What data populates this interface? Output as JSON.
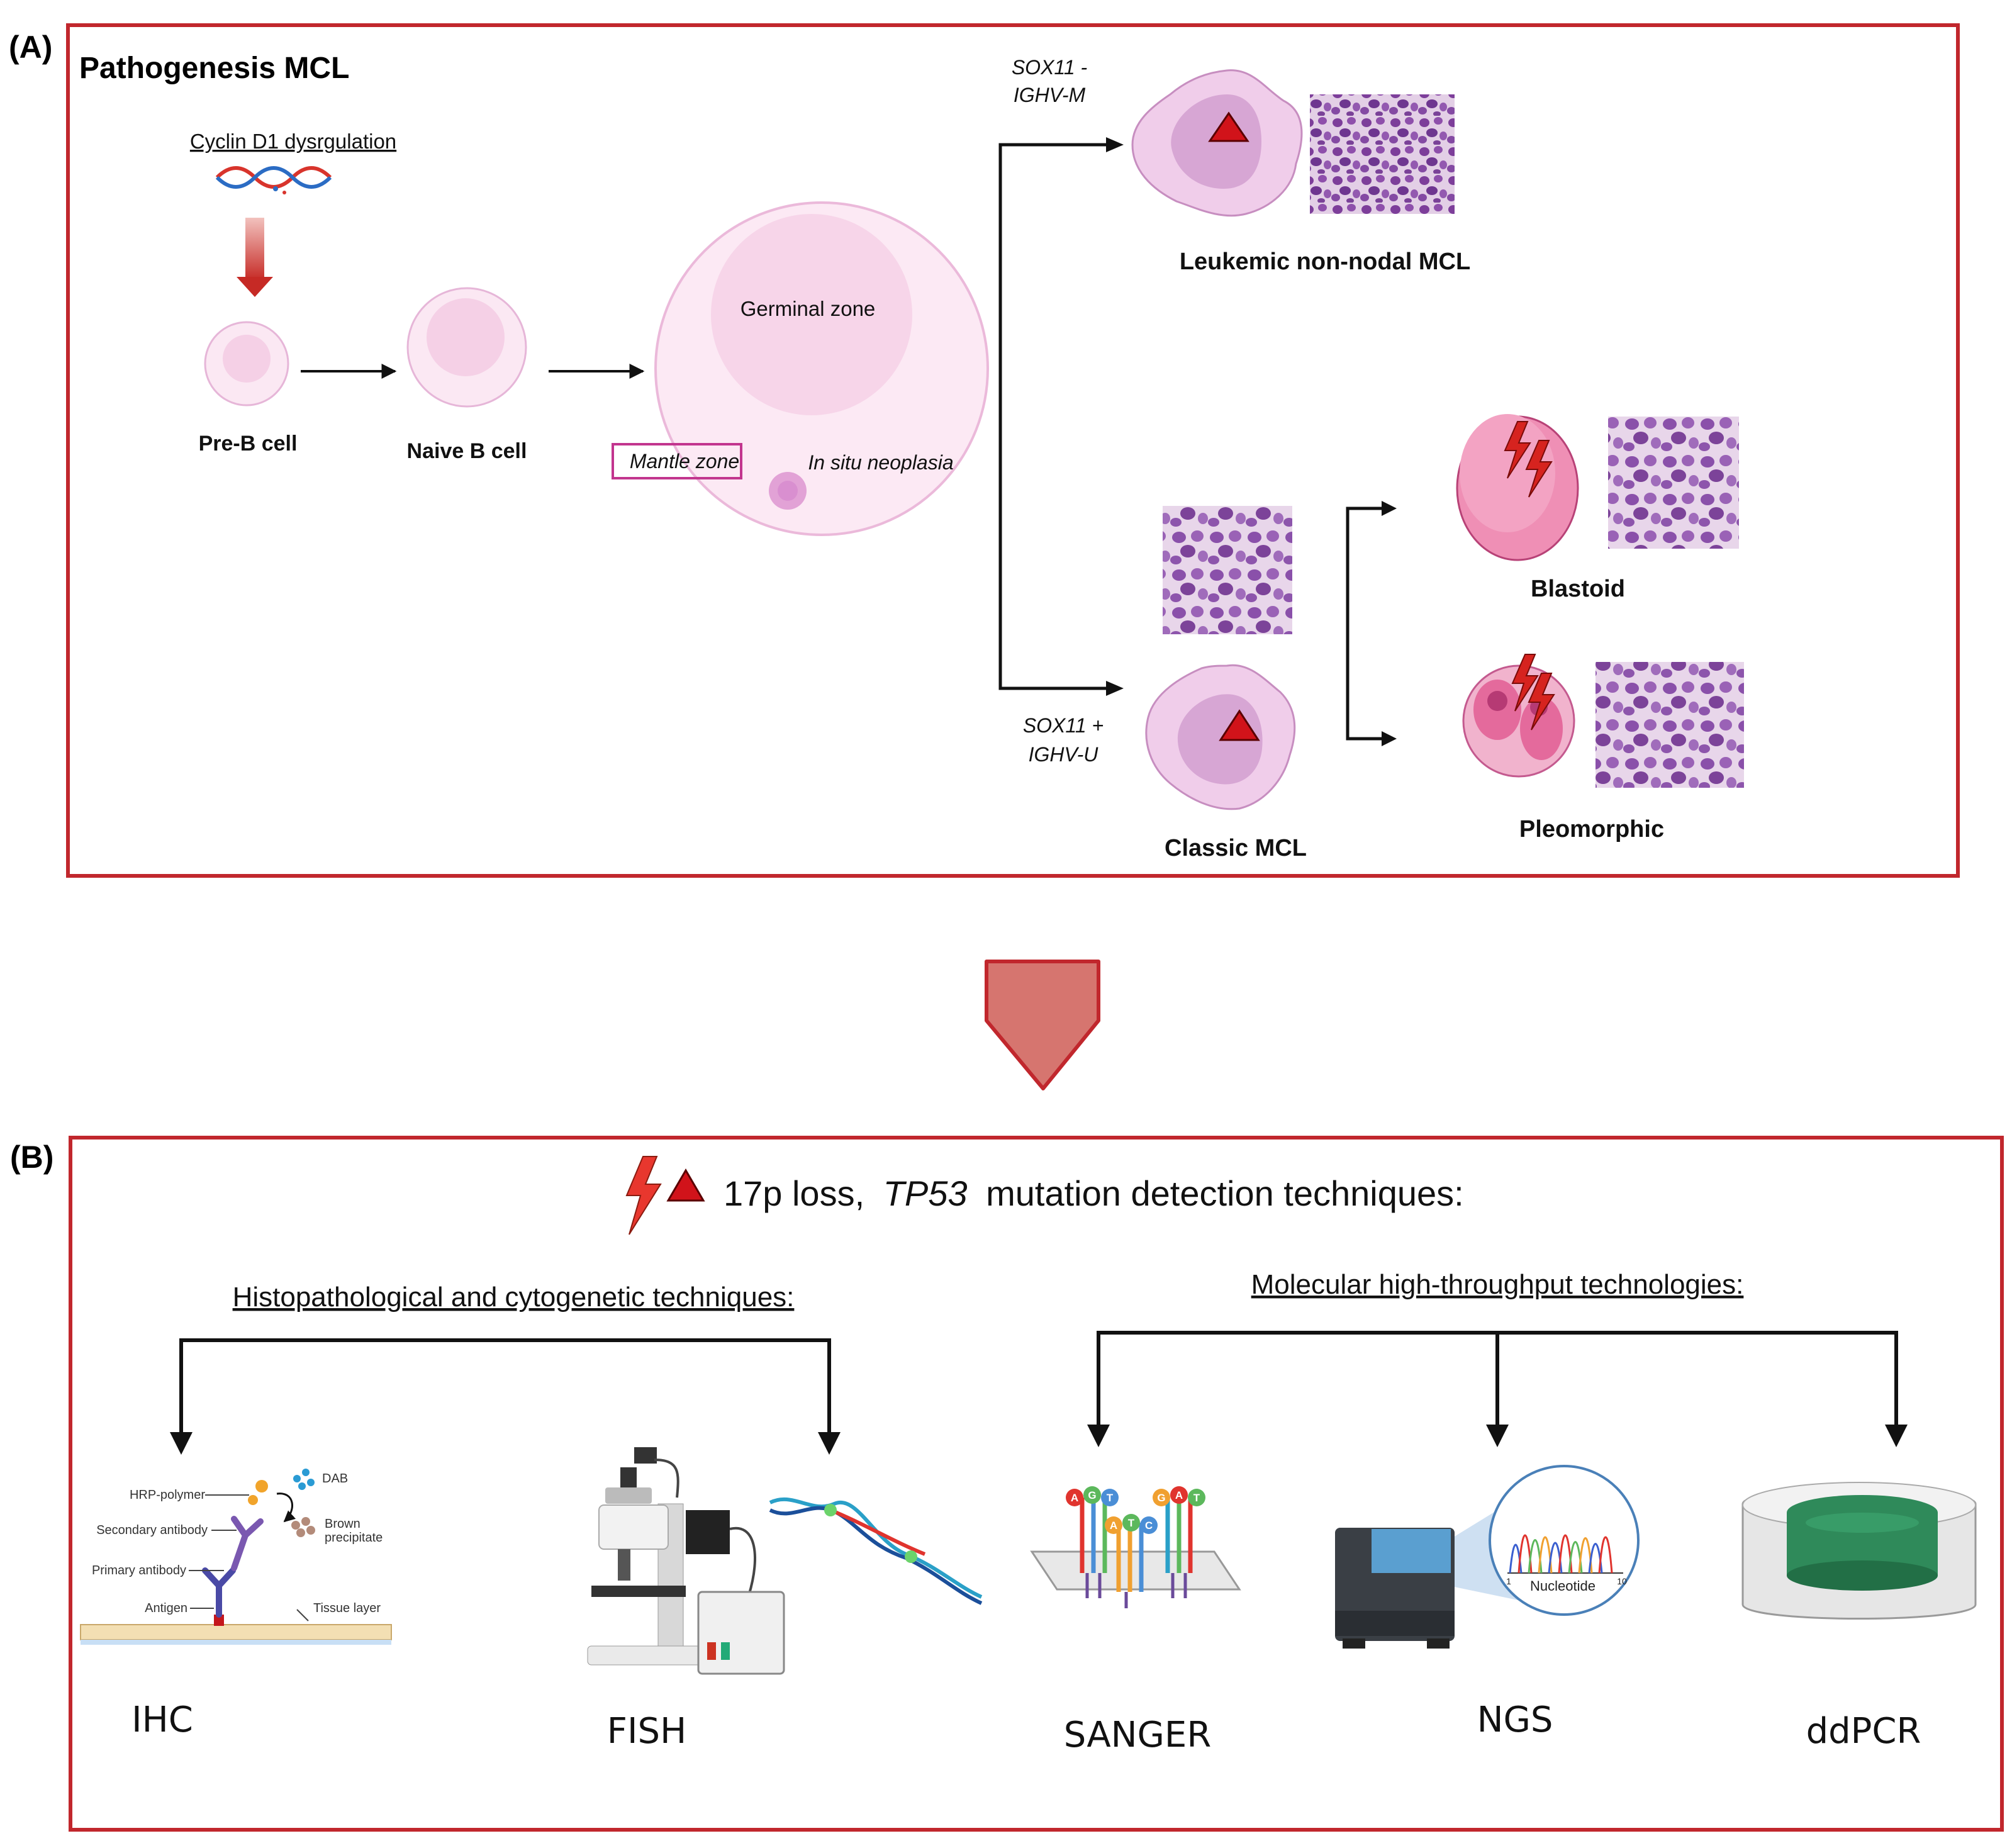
{
  "colors": {
    "frame": "#c1272d",
    "cell_membrane": "#f6d5ee",
    "cell_border": "#d9a8cf",
    "nucleus": "#e2b6da",
    "blast_cell": "#ef8fb5",
    "blast_nucleus": "#e46a9c",
    "lightning": "#d6231f",
    "triangle": "#d1131a",
    "big_arrow": "#d6756f",
    "tissue_nucleus": "#7a3f97",
    "tissue_bg": "#dcc3e0",
    "ddpcr_green": "#2f8a5a"
  },
  "panel_a": {
    "tag": "(A)",
    "title": "Pathogenesis MCL",
    "cyclin_label": "Cyclin D1 dysrgulation",
    "pre_b_label": "Pre-B cell",
    "naive_b_label": "Naive B cell",
    "germinal_label": "Germinal zone",
    "mantle_label": "Mantle zone",
    "insitu_label": "In situ neoplasia",
    "sox_neg_line1": "SOX11 -",
    "sox_neg_line2": "IGHV-M",
    "sox_pos_line1": "SOX11 +",
    "sox_pos_line2": "IGHV-U",
    "leukemic_label": "Leukemic non-nodal MCL",
    "classic_label": "Classic MCL",
    "blastoid_label": "Blastoid",
    "pleomorphic_label": "Pleomorphic"
  },
  "panel_b": {
    "tag": "(B)",
    "title_part1": "17p loss,",
    "title_italic": "TP53",
    "title_part2": "mutation  detection techniques:",
    "histo_heading": "Histopathological and cytogenetic techniques:",
    "molecular_heading": "Molecular high-throughput technologies:",
    "ihc_labels": {
      "hrp": "HRP-polymer",
      "dab": "DAB",
      "secondary": "Secondary antibody",
      "brown1": "Brown",
      "brown2": "precipitate",
      "primary": "Primary antibody",
      "antigen": "Antigen",
      "tissue": "Tissue layer"
    },
    "sanger_bases": [
      "A",
      "G",
      "T",
      "A",
      "T",
      "C",
      "G",
      "A",
      "T"
    ],
    "ngs_axis_label": "Nucleotide",
    "ngs_tick_start": "1",
    "ngs_tick_end": "10",
    "techniques": [
      "IHC",
      "FISH",
      "SANGER",
      "NGS",
      "ddPCR"
    ]
  }
}
